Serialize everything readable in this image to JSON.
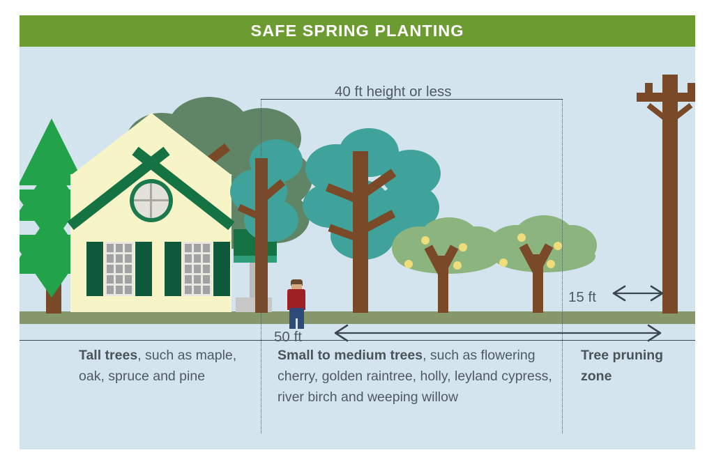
{
  "header": {
    "title": "SAFE SPRING PLANTING",
    "bar_color": "#6c9c31",
    "text_color": "#ffffff"
  },
  "scene": {
    "sky_color": "#d4e4ee",
    "ground_color": "#86976a"
  },
  "measurements": {
    "height_label": "40 ft height or less",
    "distance_label": "50 ft",
    "clearance_label": "15 ft"
  },
  "captions": {
    "left": {
      "bold": "Tall trees",
      "rest": ", such as maple, oak, spruce and pine"
    },
    "middle": {
      "bold": "Small to medium trees",
      "rest": ", such as flowering cherry, golden raintree, holly, leyland cypress, river birch and weeping willow"
    },
    "right": {
      "bold": "Tree pruning zone",
      "rest": ""
    }
  },
  "palette": {
    "house_body": "#f7f5c8",
    "roof_green": "#157243",
    "shutter_green": "#0f5a3c",
    "pine_green": "#23a349",
    "sage_tree": "#5f8566",
    "teal_tree": "#3fa39b",
    "fruit_tree_green": "#8cb47f",
    "fruit_yellow": "#efdc7a",
    "trunk_brown": "#7a4a28",
    "text_gray": "#4e5a61",
    "guide_gray": "#3b474e"
  },
  "icons": {
    "arrow_left": "arrow-left-icon",
    "arrow_right": "arrow-right-icon",
    "arrow_double": "arrow-double-icon"
  }
}
